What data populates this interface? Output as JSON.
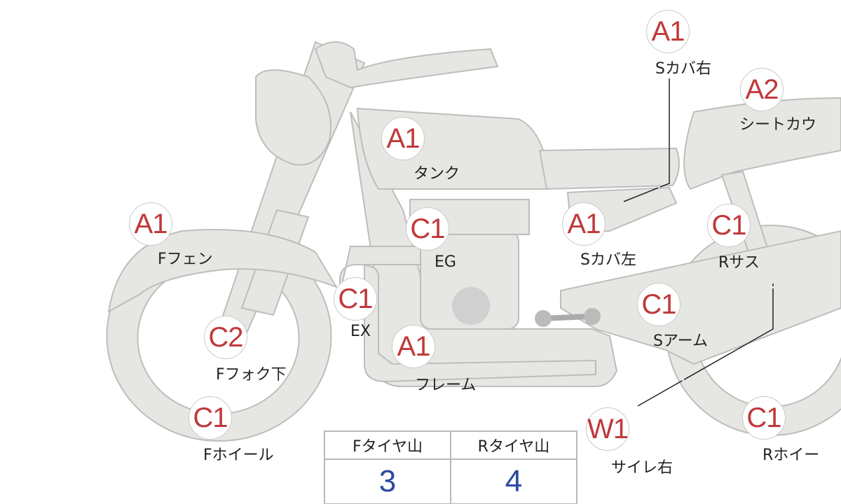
{
  "parts": [
    {
      "grade": "A1",
      "label": "Sカバ右"
    },
    {
      "grade": "A2",
      "label": "シートカウ"
    },
    {
      "grade": "A1",
      "label": "タンク"
    },
    {
      "grade": "A1",
      "label": "Fフェン"
    },
    {
      "grade": "C1",
      "label": "EG"
    },
    {
      "grade": "A1",
      "label": "Sカバ左"
    },
    {
      "grade": "C1",
      "label": "Rサス"
    },
    {
      "grade": "C1",
      "label": "EX"
    },
    {
      "grade": "C1",
      "label": "Sアーム"
    },
    {
      "grade": "C2",
      "label": "Fフォク下"
    },
    {
      "grade": "A1",
      "label": "フレーム"
    },
    {
      "grade": "C1",
      "label": "Fホイール"
    },
    {
      "grade": "W1",
      "label": "サイレ右"
    },
    {
      "grade": "C1",
      "label": "Rホイー"
    }
  ],
  "tire_table": {
    "front_header": "Fタイヤ山",
    "rear_header": "Rタイヤ山",
    "front_value": "3",
    "rear_value": "4"
  },
  "colors": {
    "grade": "#c0393b",
    "value": "#2e4aa0",
    "body": "#e6e6e3",
    "outline": "#bdbdbd"
  }
}
